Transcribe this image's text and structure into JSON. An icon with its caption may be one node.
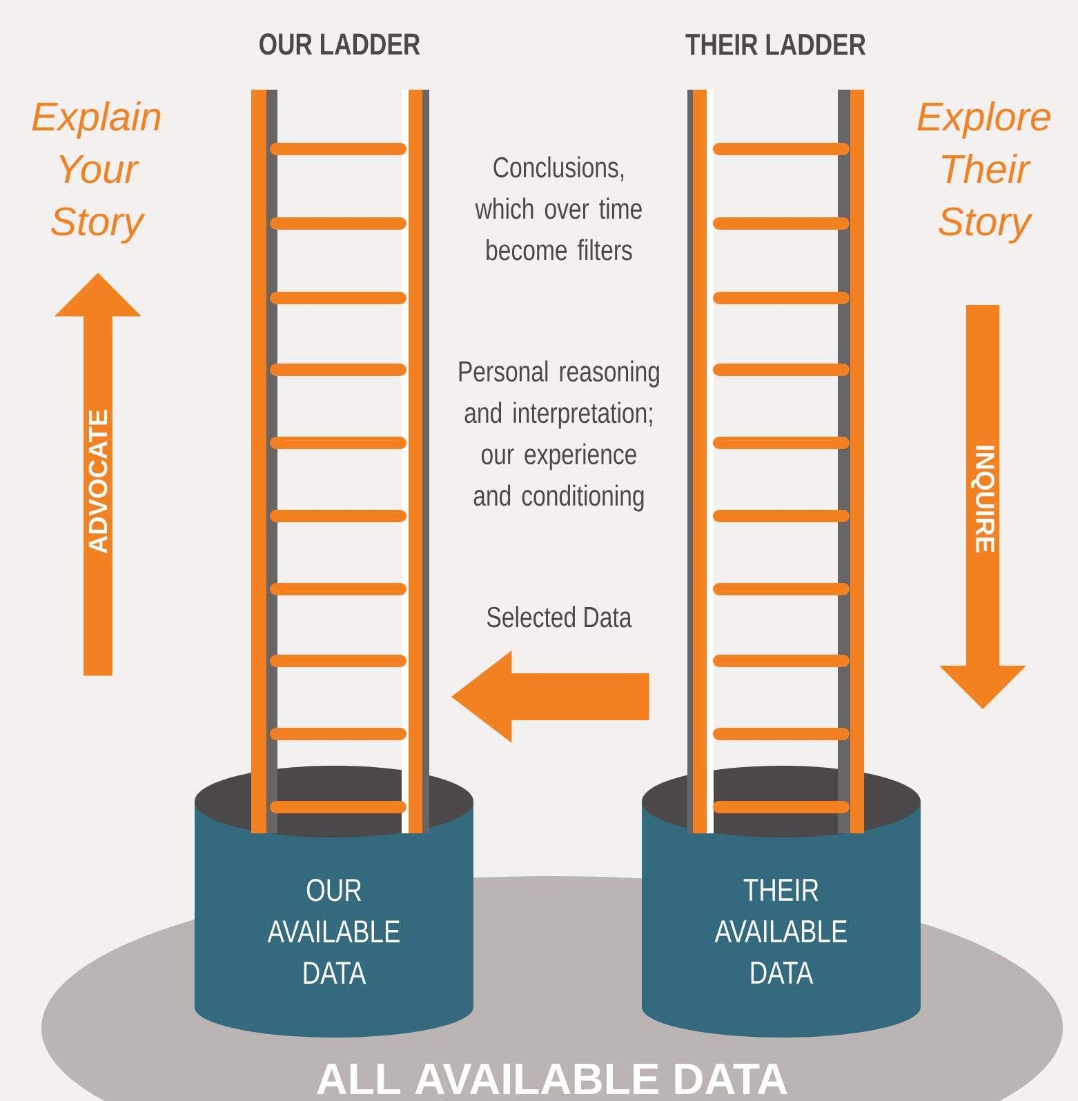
{
  "diagram": {
    "nodes": [
      {
        "text": [
          "OUR LADDER"
        ]
      },
      {
        "text": [
          "THEIR LADDER"
        ]
      },
      {
        "text": [
          "ADVOCATE"
        ],
        "beside": [
          "Explain Your Story"
        ]
      },
      {
        "text": [
          "INQUIRE"
        ],
        "beside": [
          "Explore Their Story"
        ]
      },
      {
        "text": [
          "OUR AVAILABLE DATA"
        ]
      },
      {
        "text": [
          "THEIR AVAILABLE DATA"
        ]
      },
      {
        "text": [
          "ALL AVAILABLE DATA"
        ]
      }
    ],
    "edges": [
      {
        "from": 1,
        "to": 0,
        "arrow": "to",
        "label": "Selected Data"
      }
    ],
    "labels": [
      "Conclusions, which over time become filters",
      "Personal reasoning and interpretation; our experience and conditioning"
    ]
  }
}
